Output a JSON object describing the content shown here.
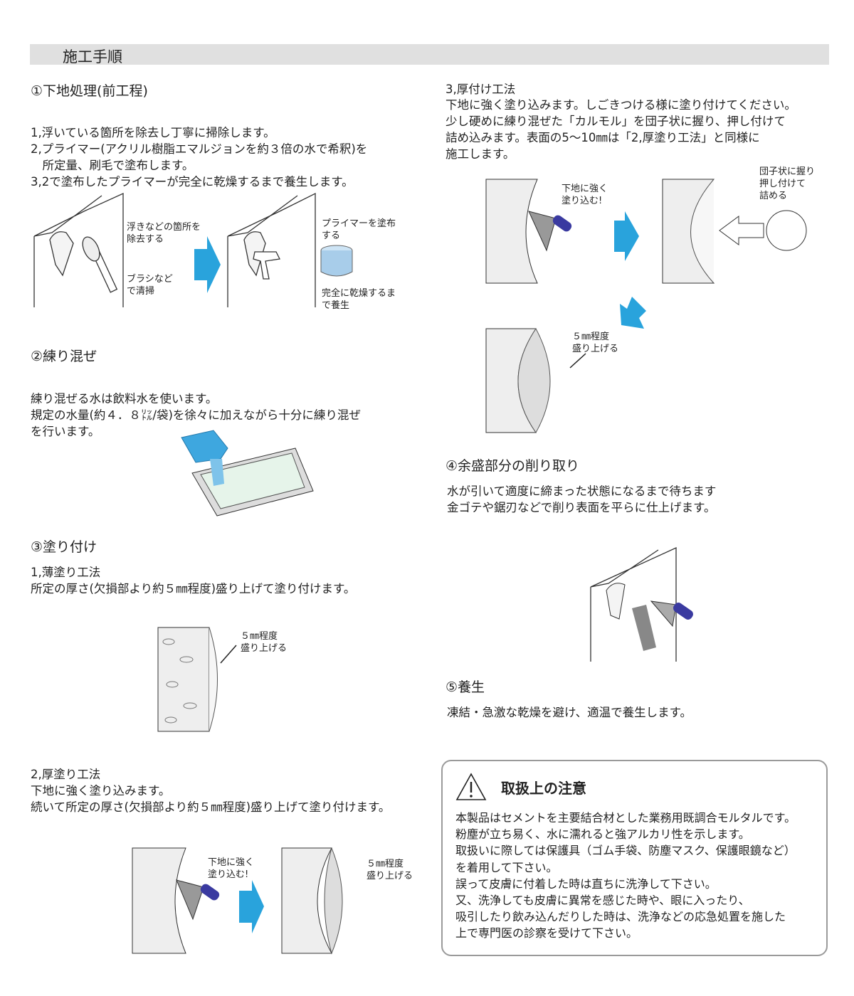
{
  "header": {
    "title": "施工手順"
  },
  "step1": {
    "heading": "①下地処理(前工程)",
    "lines": [
      "1,浮いている箇所を除去し丁寧に掃除します。",
      "2,プライマー(アクリル樹脂エマルジョンを約３倍の水で希釈)を",
      "　所定量、刷毛で塗布します。",
      "3,2で塗布したプライマーが完全に乾燥するまで養生します。"
    ],
    "label_remove": "浮きなどの箇所を\n除去する",
    "label_brush": "ブラシなど\nで清掃",
    "label_primer": "プライマーを塗布\nする",
    "label_cure": "完全に乾燥するま\nで養生"
  },
  "step2": {
    "heading": "②練り混ぜ",
    "lines": [
      "練り混ぜる水は飲料水を使います。",
      "規定の水量(約４．８㍑/袋)を徐々に加えながら十分に練り混ぜ",
      "を行います。"
    ]
  },
  "step3": {
    "heading": "③塗り付け",
    "thin": {
      "title": "1,薄塗り工法",
      "lines": [
        "所定の厚さ(欠損部より約５㎜程度)盛り上げて塗り付けます。"
      ],
      "label": "５㎜程度\n盛り上げる"
    },
    "thick": {
      "title": "2,厚塗り工法",
      "lines": [
        "下地に強く塗り込みます。",
        "続いて所定の厚さ(欠損部より約５㎜程度)盛り上げて塗り付けます。"
      ],
      "label_press": "下地に強く\n塗り込む!",
      "label_build": "５㎜程度\n盛り上げる"
    },
    "heavy": {
      "title": "3,厚付け工法",
      "lines": [
        "下地に強く塗り込みます。しごきつける様に塗り付けてください。",
        "少し硬めに練り混ぜた「カルモル」を団子状に握り、押し付けて",
        "詰め込みます。表面の5～10㎜は「2,厚塗り工法」と同様に",
        "施工します。"
      ],
      "label_press": "下地に強く\n塗り込む!",
      "label_ball": "団子状に握り\n押し付けて\n詰める",
      "label_build": "５㎜程度\n盛り上げる"
    }
  },
  "step4": {
    "heading": "④余盛部分の削り取り",
    "lines": [
      "水が引いて適度に締まった状態になるまで待ちます",
      "金ゴテや鋸刃などで削り表面を平らに仕上げます。"
    ]
  },
  "step5": {
    "heading": "⑤養生",
    "lines": [
      "凍結・急激な乾燥を避け、適温で養生します。"
    ]
  },
  "caution": {
    "title": "取扱上の注意",
    "body": "本製品はセメントを主要結合材とした業務用既調合モルタルです。\n粉塵が立ち易く、水に濡れると強アルカリ性を示します。\n取扱いに際しては保護具（ゴム手袋、防塵マスク、保護眼鏡など）\nを着用して下さい。\n誤って皮膚に付着した時は直ちに洗浄して下さい。\n又、洗浄しても皮膚に異常を感じた時や、眼に入ったり、\n吸引したり飲み込んだりした時は、洗浄などの応急処置を施した\n上で専門医の診察を受けて下さい。"
  },
  "colors": {
    "arrow": "#29a3dc",
    "trowel": "#3a3aa0",
    "header_bg": "#e0e0e0"
  }
}
